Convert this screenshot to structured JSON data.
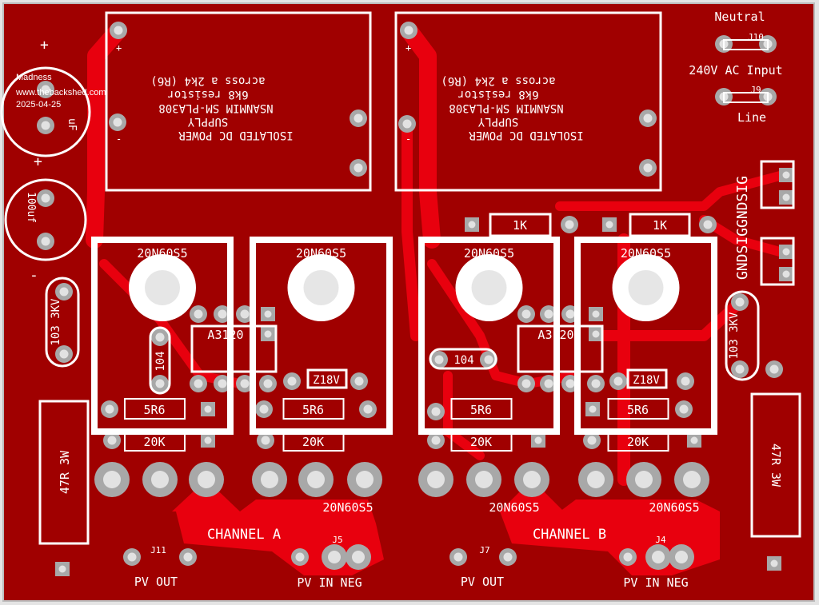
{
  "watermark": {
    "name": "Madness",
    "site": "www.thebackshed.com",
    "date": "2025-04-25"
  },
  "modules": [
    {
      "lines": [
        "ISOLATED DC POWER",
        "SUPPLY",
        "NSANMIM SM-PLA308",
        "6k8 resistor",
        "across a 2k4 (R6)"
      ],
      "plus": "+",
      "minus": "-"
    },
    {
      "lines": [
        "ISOLATED DC POWER",
        "SUPPLY",
        "NSANMIM SM-PLA308",
        "6k8 resistor",
        "across a 2k4 (R6)"
      ],
      "plus": "+",
      "minus": "-"
    }
  ],
  "ac_input": {
    "neutral": "Neutral",
    "j10": "J10",
    "title": "240V AC Input",
    "j9": "J9",
    "line": "Line"
  },
  "signal_label": "GNDSIGGNDSIG",
  "caps": [
    {
      "label": "uF",
      "plus": "+"
    },
    {
      "label": "100uf",
      "plus": "+",
      "minus": "-"
    }
  ],
  "hv_caps": [
    {
      "label": "103 3KV"
    },
    {
      "label": "103 3KV"
    }
  ],
  "power_resistors": [
    {
      "label": "47R 3W"
    },
    {
      "label": "47R 3W"
    }
  ],
  "mosfets": [
    {
      "label": "20N60S5",
      "r_gate": "5R6",
      "r_bias": "20K"
    },
    {
      "label": "20N60S5",
      "r_gate": "5R6",
      "r_bias": "20K"
    },
    {
      "label": "20N60S5",
      "r_gate": "5R6",
      "r_bias": "20K"
    },
    {
      "label": "20N60S5",
      "r_gate": "5R6",
      "r_bias": "20K"
    }
  ],
  "mosfet_bottom_labels": [
    "20N60S5",
    "20N60S5",
    "20N60S5"
  ],
  "drivers": [
    {
      "label": "A3120"
    },
    {
      "label": "A3120"
    }
  ],
  "zeners": [
    "Z18V",
    "Z18V"
  ],
  "ceramic_caps": [
    "104",
    "104"
  ],
  "resistors_1k": [
    "1K",
    "1K"
  ],
  "channels": [
    {
      "title": "CHANNEL A",
      "out": "PV OUT",
      "out_j": "J11",
      "in": "PV IN NEG",
      "in_j": "J5"
    },
    {
      "title": "CHANNEL B",
      "out": "PV OUT",
      "out_j": "J7",
      "in": "PV IN NEG",
      "in_j": "J4"
    }
  ],
  "colors": {
    "board": "#a00000",
    "trace": "#e8000e",
    "silk": "#ffffff",
    "pad": "#a8a8a8"
  }
}
